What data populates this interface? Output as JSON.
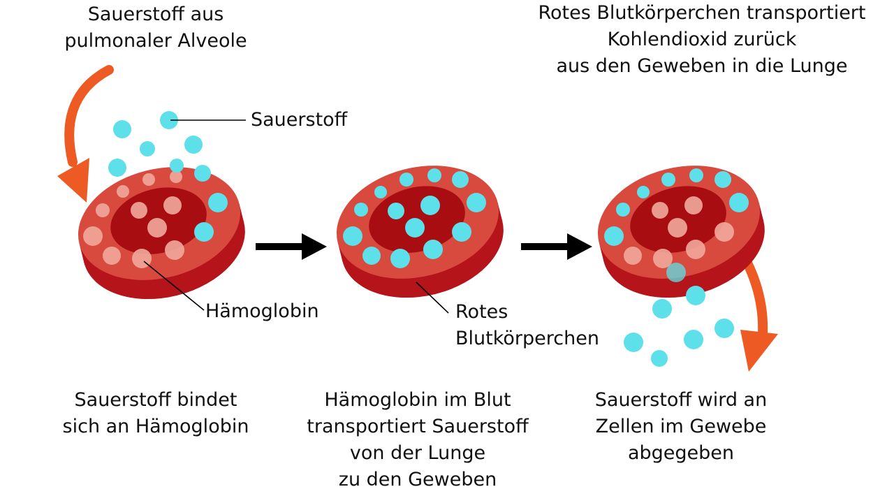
{
  "labels": {
    "top_left": [
      "Sauerstoff aus",
      "pulmonaler Alveole"
    ],
    "oxygen": "Sauerstoff",
    "top_right": [
      "Rotes Blutkörperchen transportiert",
      "Kohlendioxid zurück",
      "aus den Geweben in die Lunge"
    ],
    "hemoglobin": "Hämoglobin",
    "red_cell": [
      "Rotes",
      "Blutkörperchen"
    ],
    "caption_1": [
      "Sauerstoff bindet",
      "sich an Hämoglobin"
    ],
    "caption_2": [
      "Hämoglobin im Blut",
      "transportiert Sauerstoff",
      "von der Lunge",
      "zu den Geweben"
    ],
    "caption_3": [
      "Sauerstoff wird an",
      "Zellen im Gewebe",
      "abgegeben"
    ]
  },
  "colors": {
    "cell_side": "#b5141a",
    "cell_top": "#d94a3e",
    "cell_center": "#a80d12",
    "hemoglobin": "#f2a99c",
    "oxygen": "#5ee0ea",
    "arrow_orange": "#ee5a24",
    "arrow_black": "#000000"
  }
}
